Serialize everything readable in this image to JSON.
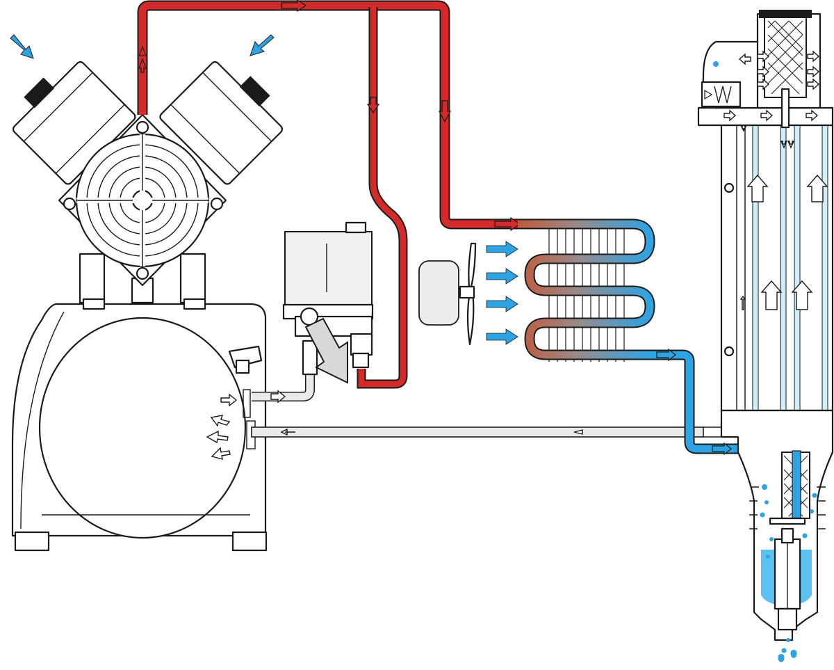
{
  "diagram": {
    "kind": "compressed-air system with aftercooler and water separator",
    "colors": {
      "hot_air": "#d42a2a",
      "cool_air": "#2ea3e3",
      "water": "#5bc0f2",
      "water_light": "#cfeefc",
      "outline": "#1a1a1a",
      "tank_fill": "#ffffff",
      "switch_fill": "#f0f0f0"
    },
    "components": [
      {
        "id": "compressor-head",
        "icon": "fan-grille-icon"
      },
      {
        "id": "intake-filter-left",
        "icon": "intake-arrow-icon"
      },
      {
        "id": "intake-filter-right",
        "icon": "intake-arrow-icon"
      },
      {
        "id": "receiver-tank",
        "icon": "tank-icon"
      },
      {
        "id": "pressure-switch",
        "icon": "pressure-switch-icon"
      },
      {
        "id": "cooling-fan",
        "icon": "fan-blade-icon"
      },
      {
        "id": "cooling-coil",
        "icon": "coil-icon"
      },
      {
        "id": "filter-housing",
        "icon": "filter-icon"
      },
      {
        "id": "water-separator",
        "icon": "water-drop-icon"
      }
    ]
  }
}
